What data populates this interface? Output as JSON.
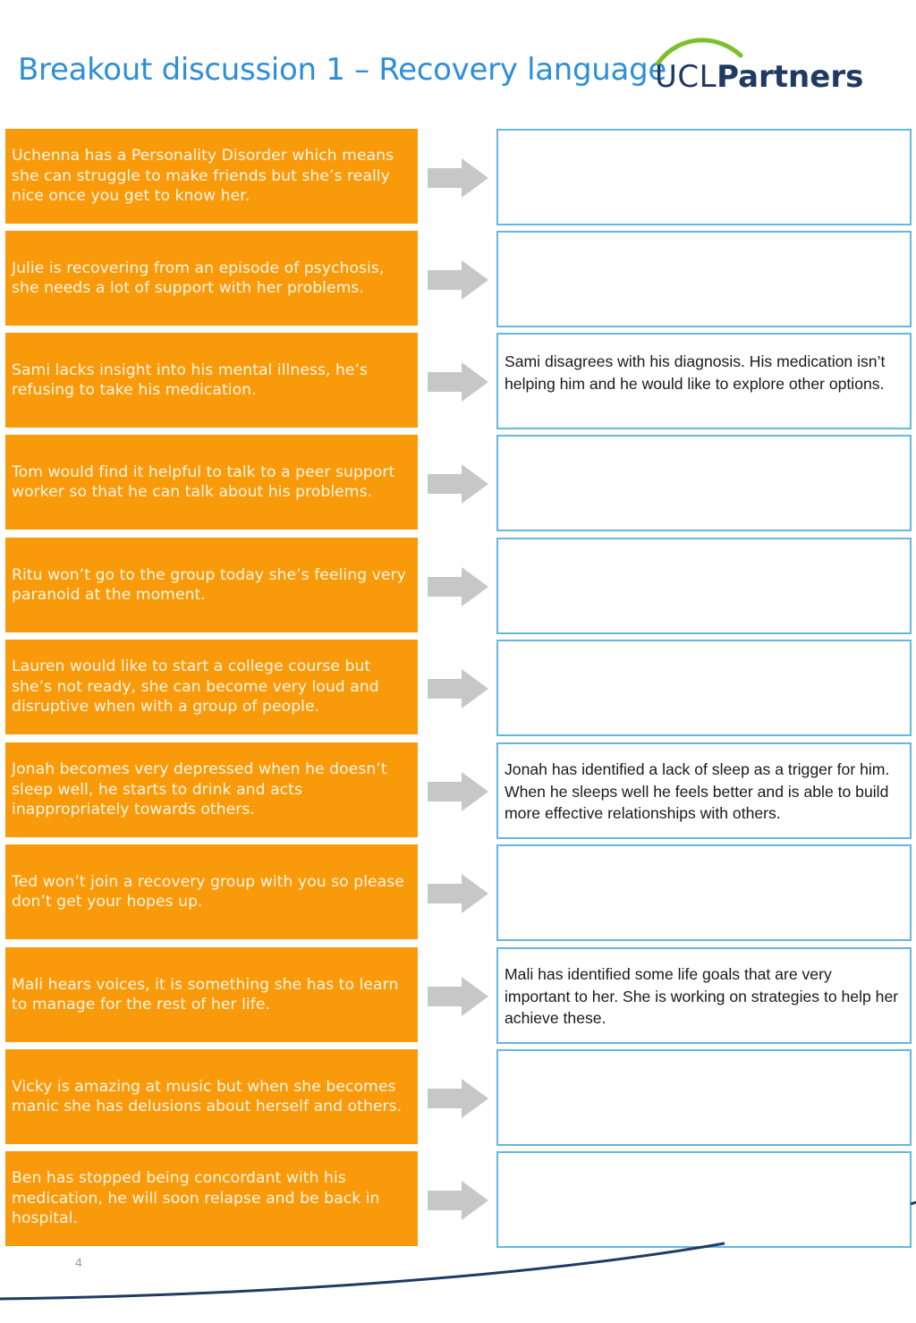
{
  "header": {
    "title": "Breakout discussion 1 – Recovery language",
    "logo": {
      "part1": "UCL",
      "part2": "Partners",
      "arc_color": "#7cbf2a",
      "text_color": "#1f3b63"
    }
  },
  "colors": {
    "statement_bg": "#f99a0a",
    "answer_border": "#66b6dd",
    "arrow": "#c7c7c7",
    "title": "#2e8fd6"
  },
  "rows": [
    {
      "statement": "Uchenna has a Personality Disorder which means she can struggle to make friends but she’s really nice once you get to know her.",
      "answer": ""
    },
    {
      "statement": "Julie is recovering from an episode of psychosis, she needs a lot of support with her problems.",
      "answer": ""
    },
    {
      "statement": "Sami lacks insight into his mental illness, he’s refusing to take his medication.",
      "answer": "Sami disagrees with his diagnosis. His medication isn’t helping him and he would like to explore other options."
    },
    {
      "statement": "Tom would find it helpful to talk to a peer support worker so that he can talk about his problems.",
      "answer": ""
    },
    {
      "statement": "Ritu won’t go to the group today she’s feeling very paranoid at the moment.",
      "answer": ""
    },
    {
      "statement": "Lauren would like to start a college course but she’s not ready, she can become very loud and disruptive when with a group of people.",
      "answer": ""
    },
    {
      "statement": "Jonah becomes very depressed when he doesn’t sleep well, he starts to drink and acts inappropriately towards others.",
      "answer": "Jonah has identified a lack of sleep as a trigger for him. When he sleeps well he feels better and is able to build more effective relationships with others."
    },
    {
      "statement": "Ted won’t join a recovery group with you so please don’t get your hopes up.",
      "answer": ""
    },
    {
      "statement": "Mali hears voices, it is something she has to learn to manage for the rest of her life.",
      "answer": "Mali has identified some life goals that are very important to her. She is working on strategies to help her achieve these."
    },
    {
      "statement": "Vicky is amazing at music but when she becomes manic she has delusions about herself and others.",
      "answer": ""
    },
    {
      "statement": "Ben has stopped being concordant with his medication, he will soon relapse and be back in hospital.",
      "answer": ""
    }
  ],
  "footer": {
    "page_number": "4"
  }
}
